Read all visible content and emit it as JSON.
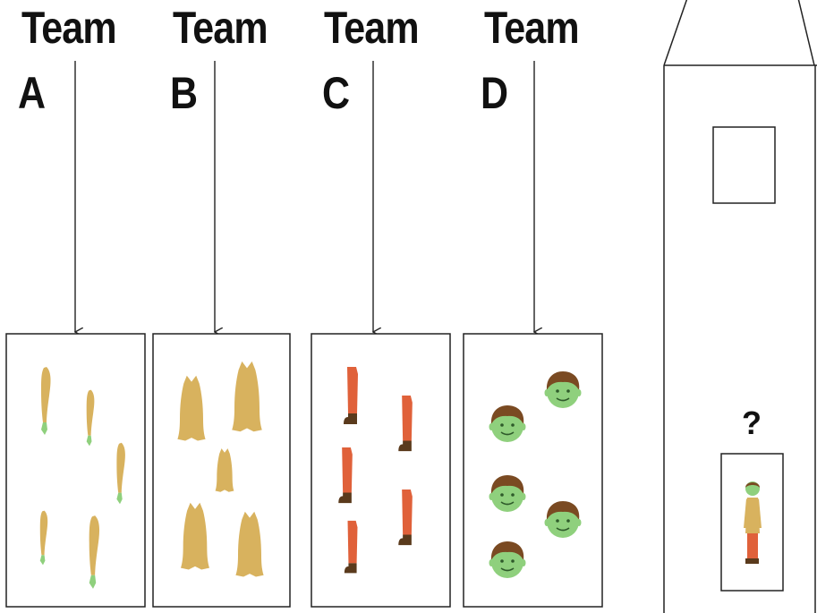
{
  "teams": [
    {
      "word": "Team",
      "letter": "A",
      "part": "arm"
    },
    {
      "word": "Team",
      "letter": "B",
      "part": "torso"
    },
    {
      "word": "Team",
      "letter": "C",
      "part": "leg"
    },
    {
      "word": "Team",
      "letter": "D",
      "part": "head"
    }
  ],
  "building": {
    "question": "?"
  },
  "colors": {
    "skin": "#8fd07d",
    "hair": "#7a4a22",
    "tan": "#d8b25e",
    "pants": "#e0613a",
    "shoe": "#5a3a1c",
    "line": "#222222"
  }
}
